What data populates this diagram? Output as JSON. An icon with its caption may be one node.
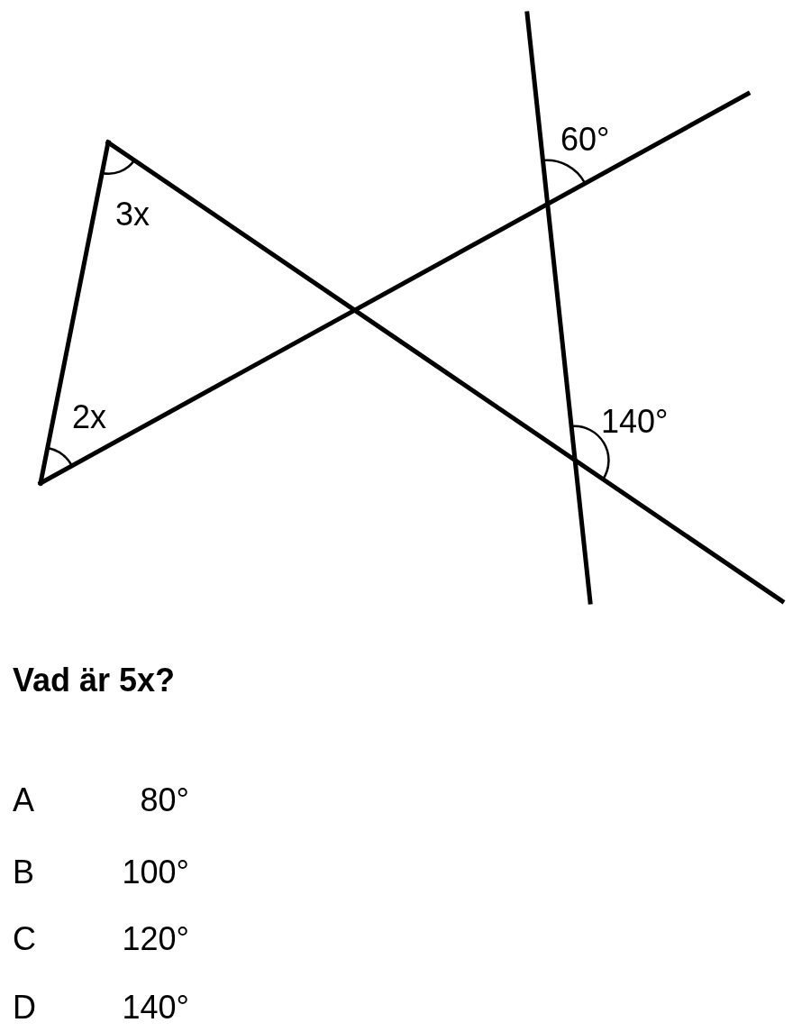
{
  "diagram": {
    "labels": [
      "3x",
      "60°",
      "2x",
      "140°",
      "Vad är 5x?",
      "A",
      "80°",
      "B",
      "100°",
      "C",
      "120°",
      "D",
      "140°"
    ]
  }
}
